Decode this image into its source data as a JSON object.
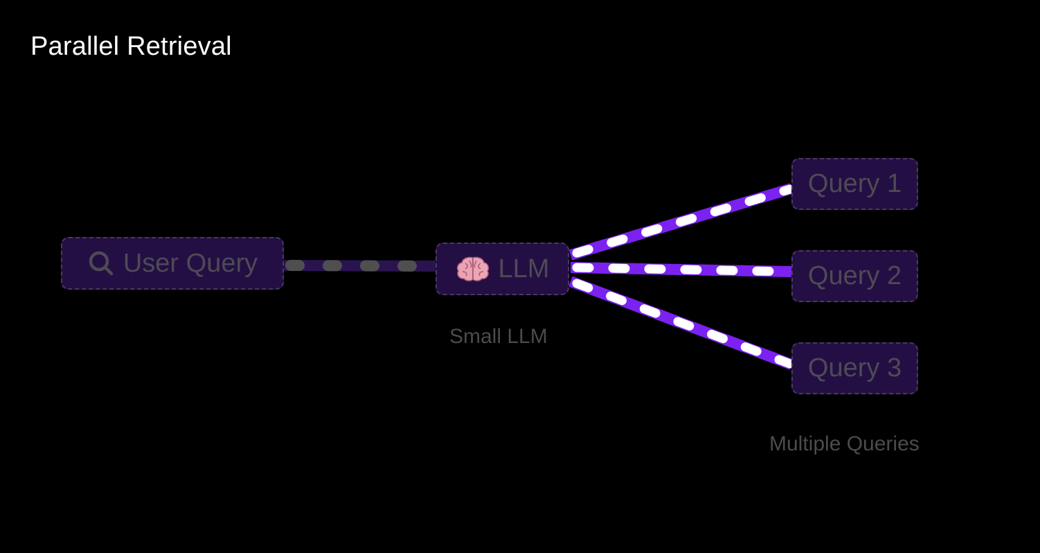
{
  "title": "Parallel Retrieval",
  "nodes": {
    "user_query": {
      "label": "User Query",
      "icon": "search-icon"
    },
    "llm": {
      "label": "LLM",
      "icon": "brain-icon"
    },
    "query_1": {
      "label": "Query 1"
    },
    "query_2": {
      "label": "Query 2"
    },
    "query_3": {
      "label": "Query 3"
    }
  },
  "captions": {
    "llm": "Small LLM",
    "queries": "Multiple Queries"
  },
  "colors": {
    "background": "#000000",
    "node_fill": "#230f44",
    "node_border": "#4a3a5e",
    "edge_inactive": "#2a1450",
    "edge_inactive_dash": "#4f4f4f",
    "edge_active": "#7b22f0",
    "edge_active_dash": "#ffffff"
  }
}
